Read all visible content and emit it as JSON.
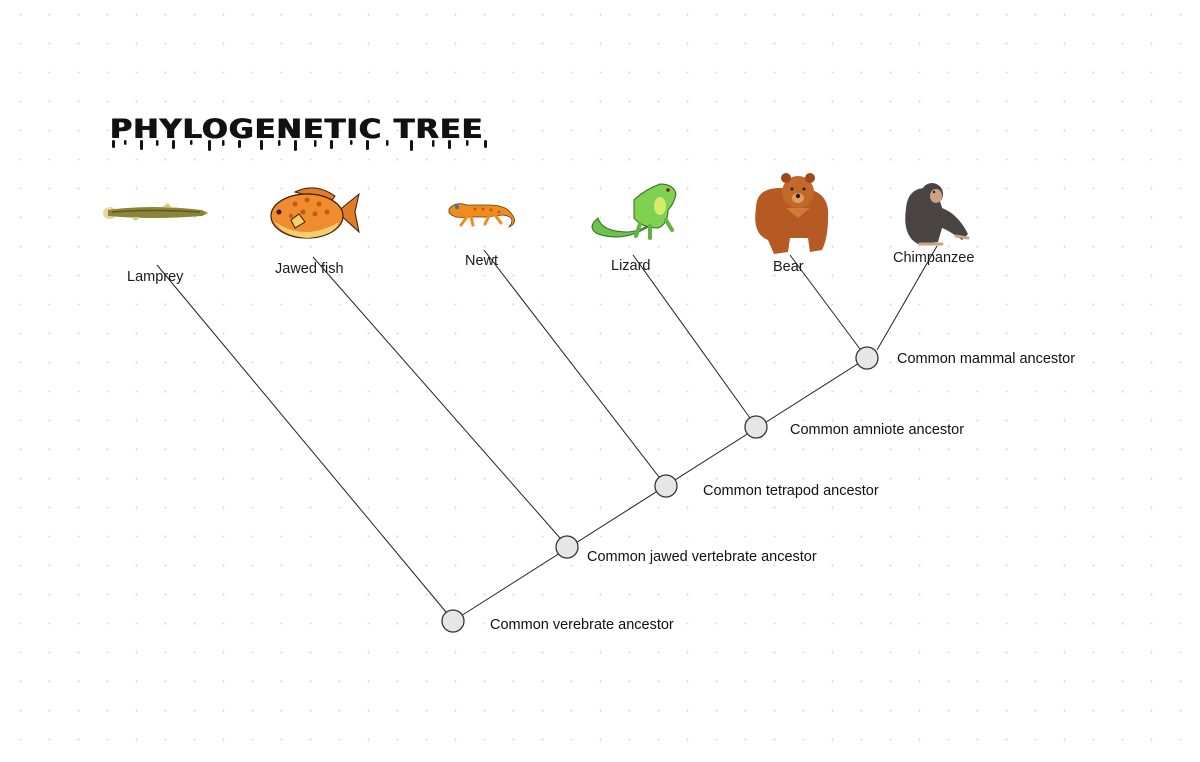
{
  "title": "PHYLOGENETIC TREE",
  "species": [
    {
      "name": "Lamprey",
      "icon": "lamprey-icon"
    },
    {
      "name": "Jawed fish",
      "icon": "jawed-fish-icon"
    },
    {
      "name": "Newt",
      "icon": "newt-icon"
    },
    {
      "name": "Lizard",
      "icon": "lizard-icon"
    },
    {
      "name": "Bear",
      "icon": "bear-icon"
    },
    {
      "name": "Chimpanzee",
      "icon": "chimpanzee-icon"
    }
  ],
  "ancestors": [
    {
      "label": "Common mammal ancestor"
    },
    {
      "label": "Common amniote ancestor"
    },
    {
      "label": "Common tetrapod ancestor"
    },
    {
      "label": "Common jawed vertebrate ancestor"
    },
    {
      "label": "Common verebrate ancestor"
    }
  ],
  "colors": {
    "node_fill": "#e6e6e6",
    "node_stroke": "#333333",
    "line": "#222222"
  }
}
